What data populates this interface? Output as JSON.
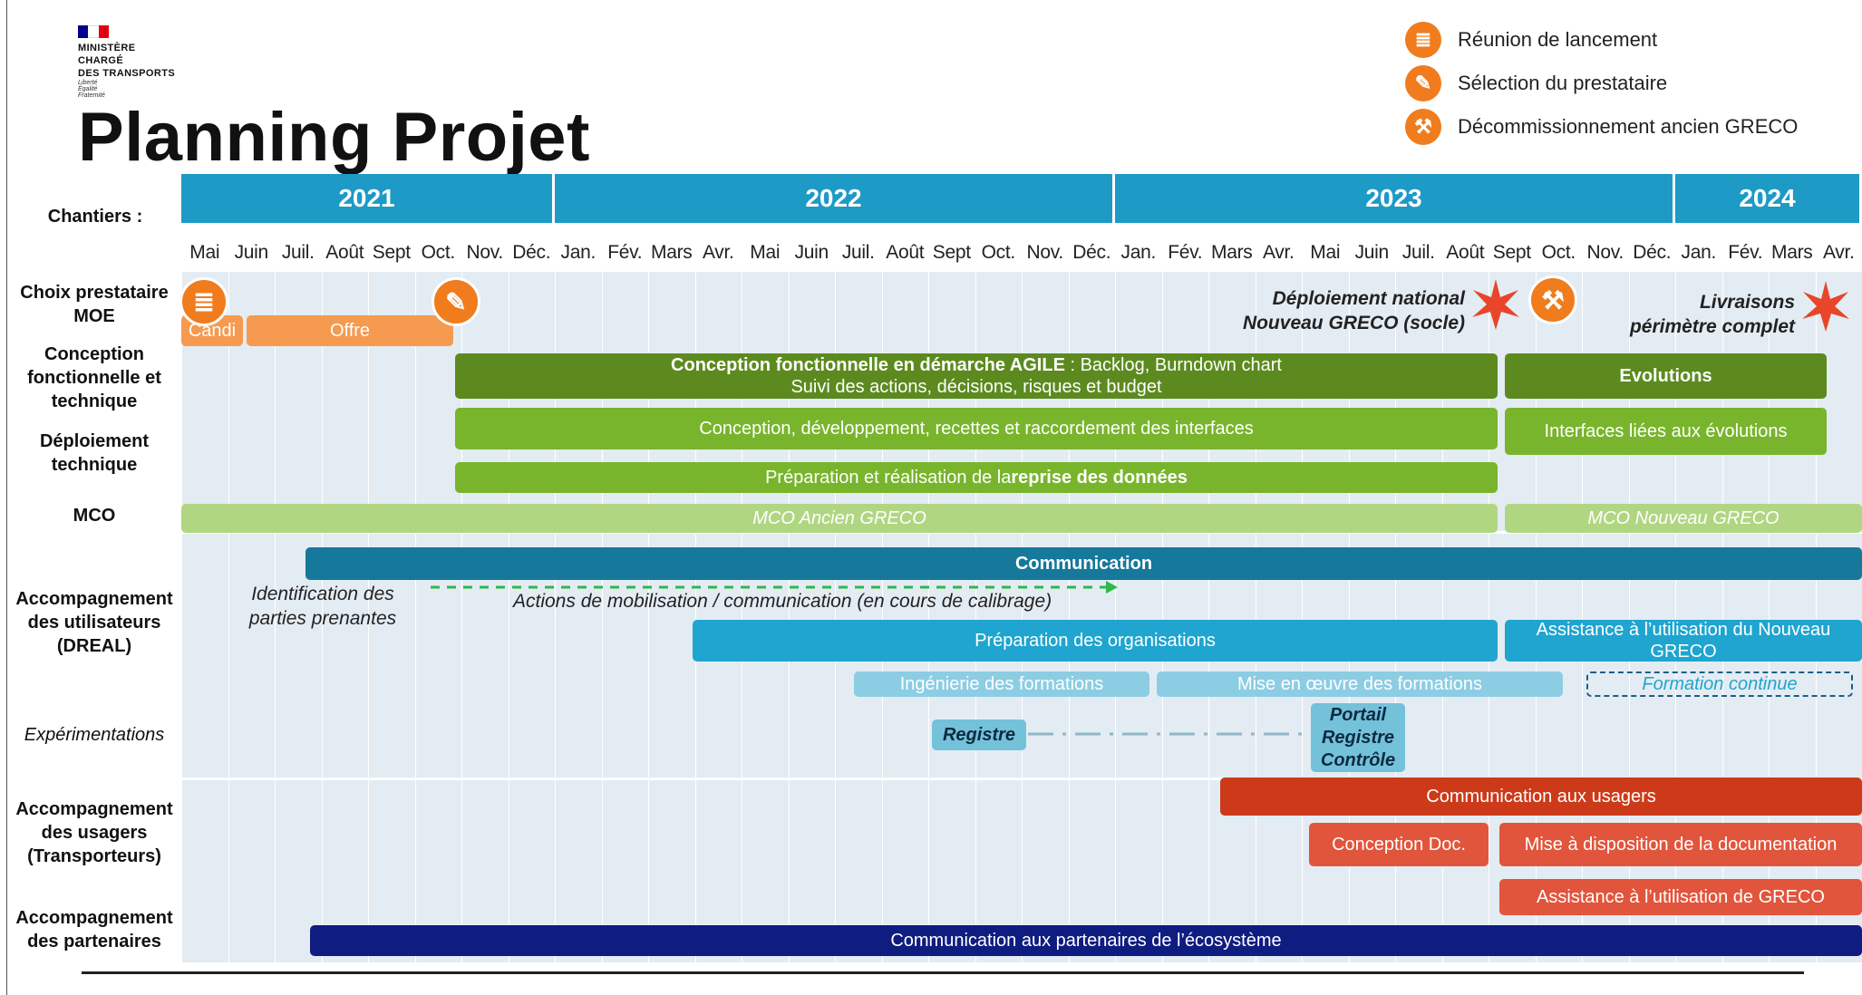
{
  "header": {
    "ministry": [
      "MINISTÈRE",
      "CHARGÉ",
      "DES TRANSPORTS"
    ],
    "motto": [
      "Liberté",
      "Égalité",
      "Fraternité"
    ],
    "flag_colors": [
      "#000091",
      "#ffffff",
      "#e1000f"
    ],
    "title": "Planning Projet"
  },
  "legend": [
    {
      "icon": "clipboard-icon",
      "glyph": "≣",
      "label": "Réunion de lancement"
    },
    {
      "icon": "pencil-icon",
      "glyph": "✎",
      "label": "Sélection du prestataire"
    },
    {
      "icon": "wrench-icon",
      "glyph": "⚒",
      "label": "Décommissionnement ancien GRECO"
    }
  ],
  "timeline": {
    "chantiers_label": "Chantiers :",
    "years": [
      {
        "label": "2021",
        "months": 8
      },
      {
        "label": "2022",
        "months": 12
      },
      {
        "label": "2023",
        "months": 12
      },
      {
        "label": "2024",
        "months": 4
      }
    ],
    "months": [
      "Mai",
      "Juin",
      "Juil.",
      "Août",
      "Sept",
      "Oct.",
      "Nov.",
      "Déc.",
      "Jan.",
      "Fév.",
      "Mars",
      "Avr.",
      "Mai",
      "Juin",
      "Juil.",
      "Août",
      "Sept",
      "Oct.",
      "Nov.",
      "Déc.",
      "Jan.",
      "Fév.",
      "Mars",
      "Avr.",
      "Mai",
      "Juin",
      "Juil.",
      "Août",
      "Sept",
      "Oct.",
      "Nov.",
      "Déc.",
      "Jan.",
      "Fév.",
      "Mars",
      "Avr."
    ]
  },
  "rows": {
    "choix": "Choix prestataire MOE",
    "conception": "Conception fonctionnelle et technique",
    "deploiement": "Déploiement technique",
    "mco": "MCO",
    "accomp_util": "Accompagnement des utilisateurs (DREAL)",
    "experim": "Expérimentations",
    "accomp_usagers": "Accompagnement des usagers (Transporteurs)",
    "accomp_part": "Accompagnement des partenaires"
  },
  "bars": {
    "candi": "Candi",
    "offre": "Offre",
    "conception_agile_bold": "Conception fonctionnelle en démarche AGILE",
    "conception_agile_rest": " : Backlog, Burndown chart",
    "conception_agile_line2": "Suivi des actions, décisions, risques et budget",
    "evolutions": "Evolutions",
    "interfaces": "Conception, développement, recettes et raccordement des interfaces",
    "interfaces_evol": "Interfaces liées aux évolutions",
    "reprise_pre": "Préparation et réalisation de la ",
    "reprise_bold": "reprise des données",
    "mco_ancien": "MCO Ancien GRECO",
    "mco_nouveau": "MCO Nouveau GRECO",
    "communication": "Communication",
    "preparation_orgs": "Préparation des organisations",
    "assistance_nouveau": "Assistance à l’utilisation du Nouveau GRECO",
    "ingenierie": "Ingénierie des formations",
    "mise_oeuvre": "Mise en œuvre des formations",
    "formation_continue": "Formation continue",
    "registre": "Registre",
    "portail": "Portail Registre Contrôle",
    "comm_usagers": "Communication aux usagers",
    "conception_doc": "Conception Doc.",
    "mise_dispo": "Mise à disposition de la documentation",
    "assistance_greco": "Assistance à l’utilisation de GRECO",
    "comm_partenaires": "Communication aux partenaires de l’écosystème"
  },
  "annotations": {
    "deploiement_national": [
      "Déploiement national",
      "Nouveau GRECO (socle)"
    ],
    "livraisons": [
      "Livraisons",
      "périmètre complet"
    ],
    "identification": [
      "Identification des",
      "parties prenantes"
    ],
    "actions_mobilisation": "Actions de mobilisation / communication (en cours de calibrage)"
  },
  "colors": {
    "year_header": "#1d9ac6",
    "orange": "#f07c1e",
    "orange_light": "#f59a4e",
    "dark_green": "#5c8a1f",
    "green": "#78b52c",
    "light_green": "#b1d682",
    "teal_dark": "#16789a",
    "teal": "#1fa5cf",
    "light_teal": "#8ccde4",
    "dashed_box": "#1a5f86",
    "registre": "#74c1da",
    "red_dark": "#cc3a1a",
    "red": "#e1553c",
    "navy": "#0f1c80",
    "star": "#e8452a",
    "arrow_green": "#2eb84a"
  }
}
